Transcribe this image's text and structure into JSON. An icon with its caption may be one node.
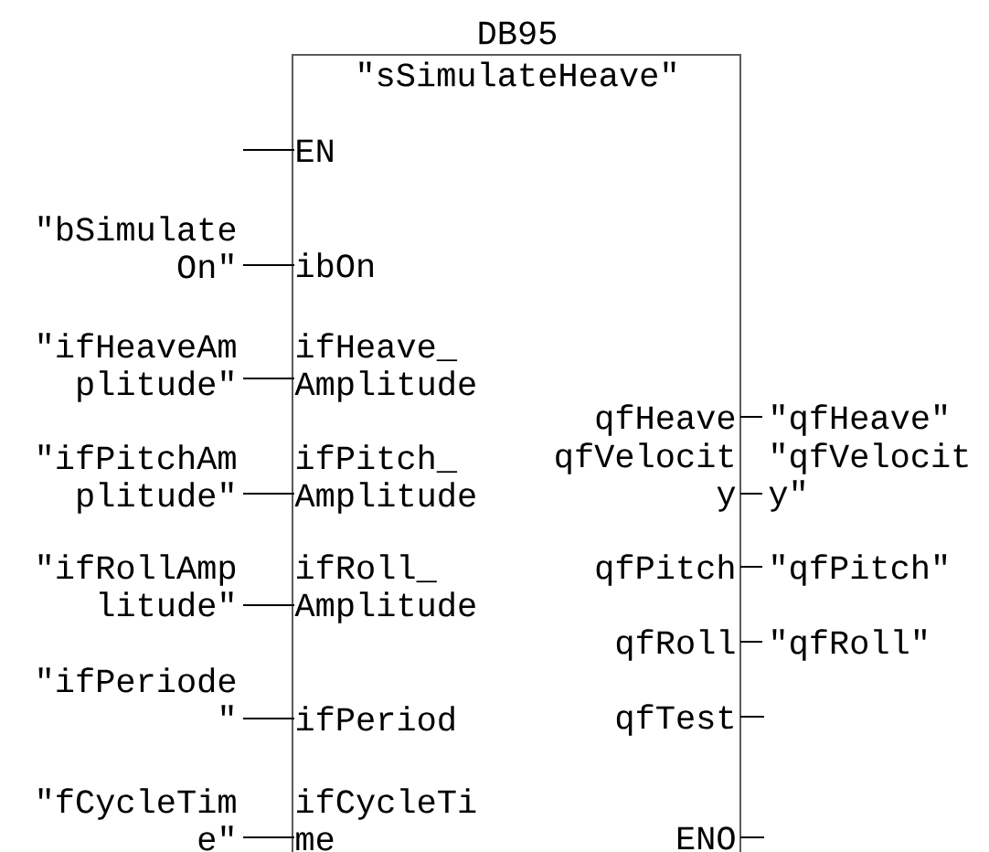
{
  "diagram": {
    "nodes": [
      {
        "text": [
          "DB95",
          "\"sSimulateHeave\""
        ]
      },
      {
        "text": [
          "EN"
        ],
        "in": 0
      },
      {
        "text": [
          "\"bSimulate On\""
        ]
      },
      {
        "text": [
          "ibOn"
        ],
        "in": 0
      },
      {
        "text": [
          "\"ifHeaveAm plitude\""
        ]
      },
      {
        "text": [
          "ifHeave_ Amplitude"
        ],
        "in": 0
      },
      {
        "text": [
          "\"ifPitchAm plitude\""
        ]
      },
      {
        "text": [
          "ifPitch_ Amplitude"
        ],
        "in": 0
      },
      {
        "text": [
          "\"ifRollAmp litude\""
        ]
      },
      {
        "text": [
          "ifRoll_ Amplitude"
        ],
        "in": 0
      },
      {
        "text": [
          "\"ifPeriode \""
        ]
      },
      {
        "text": [
          "ifPeriod"
        ],
        "in": 0
      },
      {
        "text": [
          "\"fCycleTim e\""
        ]
      },
      {
        "text": [
          "ifCycleTi me"
        ],
        "in": 0
      },
      {
        "text": [
          "qfHeave"
        ],
        "in": 0
      },
      {
        "text": [
          "\"qfHeave\""
        ]
      },
      {
        "text": [
          "qfVelocit y"
        ],
        "in": 0
      },
      {
        "text": [
          "\"qfVelocit y\""
        ]
      },
      {
        "text": [
          "qfPitch"
        ],
        "in": 0
      },
      {
        "text": [
          "\"qfPitch\""
        ]
      },
      {
        "text": [
          "qfRoll"
        ],
        "in": 0
      },
      {
        "text": [
          "\"qfRoll\""
        ]
      },
      {
        "text": [
          "qfTest"
        ],
        "in": 0
      },
      {
        "text": [
          "ENO"
        ],
        "in": 0
      }
    ],
    "edges": [
      {
        "from": null,
        "to": 1,
        "arrow": "none"
      },
      {
        "from": 2,
        "to": 3,
        "arrow": "none"
      },
      {
        "from": 4,
        "to": 5,
        "arrow": "none"
      },
      {
        "from": 6,
        "to": 7,
        "arrow": "none"
      },
      {
        "from": 8,
        "to": 9,
        "arrow": "none"
      },
      {
        "from": 10,
        "to": 11,
        "arrow": "none"
      },
      {
        "from": 12,
        "to": 13,
        "arrow": "none"
      },
      {
        "from": 14,
        "to": 15,
        "arrow": "none"
      },
      {
        "from": 16,
        "to": 17,
        "arrow": "none"
      },
      {
        "from": 18,
        "to": 19,
        "arrow": "none"
      },
      {
        "from": 20,
        "to": 21,
        "arrow": "none"
      },
      {
        "from": 22,
        "to": null,
        "arrow": "none"
      },
      {
        "from": 23,
        "to": null,
        "arrow": "none"
      }
    ]
  }
}
